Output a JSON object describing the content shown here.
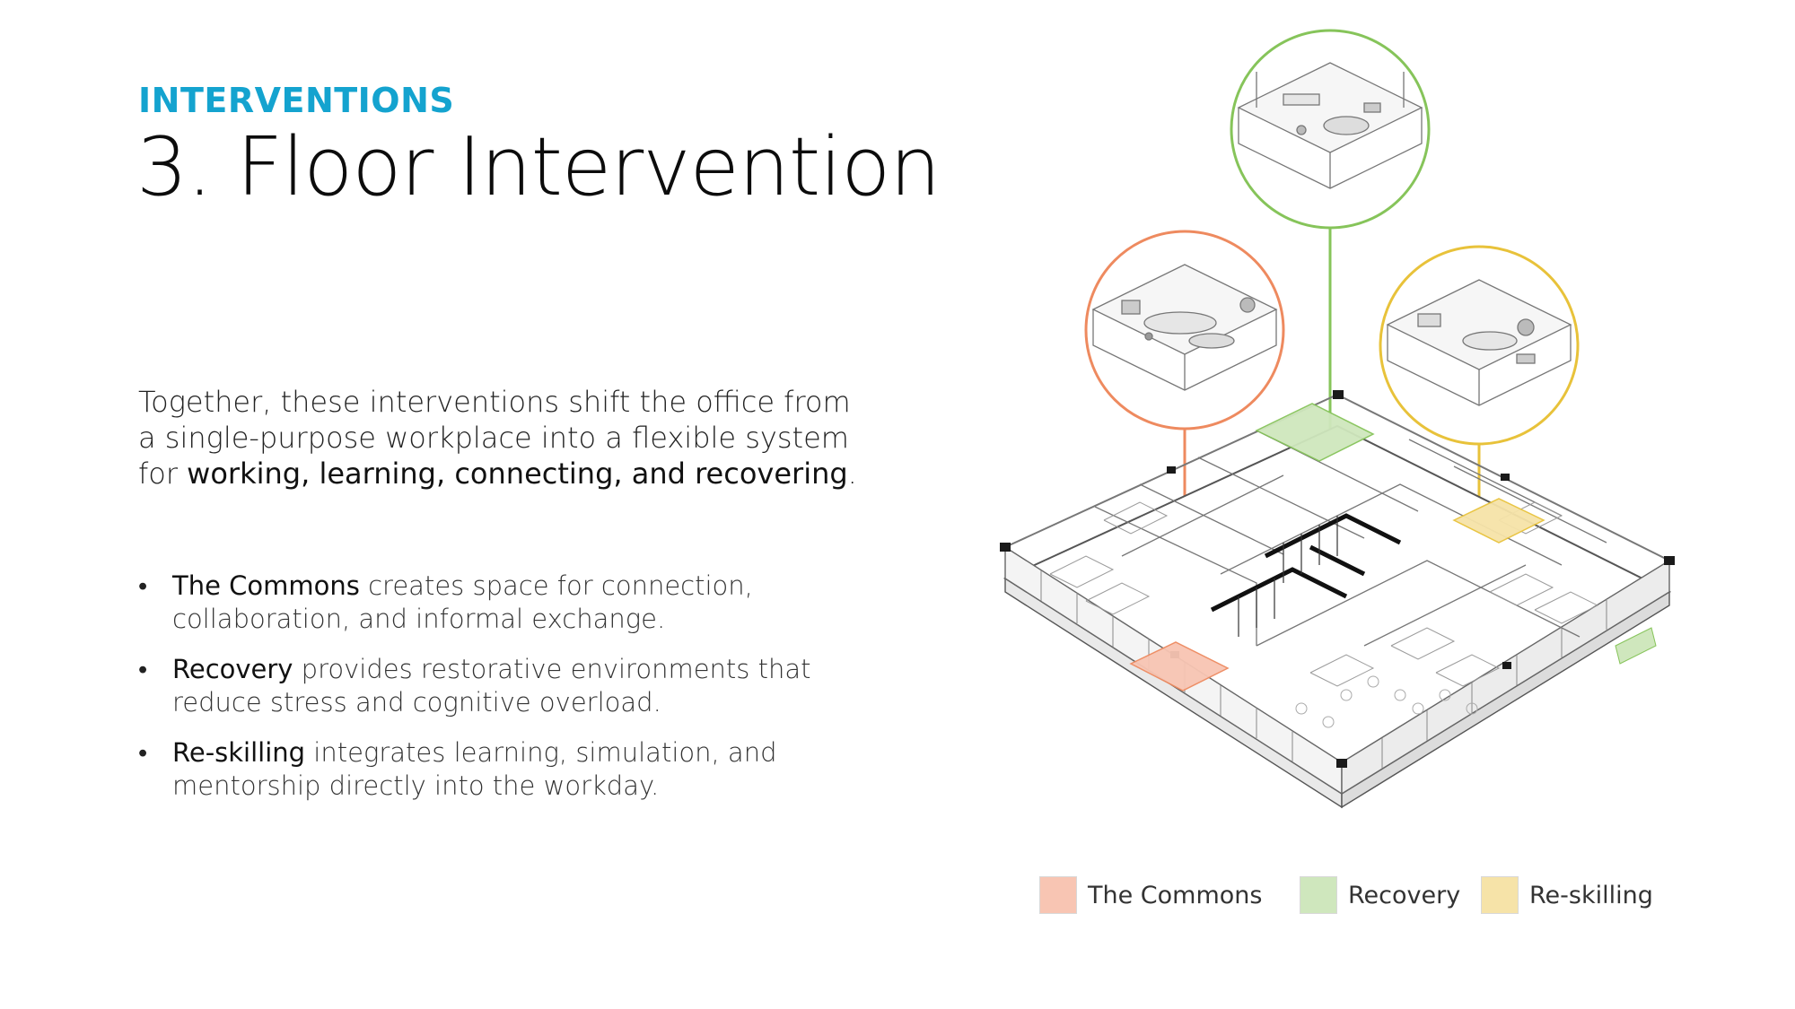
{
  "header": {
    "eyebrow": "INTERVENTIONS",
    "title": "3. Floor Intervention"
  },
  "intro": {
    "text": "Together, these interventions shift the office from a single-purpose workplace into a flexible system for",
    "emphasis": "working, learning, connecting, and recovering",
    "end": "."
  },
  "bullets": [
    {
      "term": "The Commons",
      "text": " creates space for connection, collaboration, and informal exchange."
    },
    {
      "term": "Recovery",
      "text": " provides restorative environments that reduce stress and cognitive overload."
    },
    {
      "term": "Re-skilling",
      "text": " integrates learning, simulation, and mentorship directly into the workday."
    }
  ],
  "legend": [
    {
      "label": "The Commons",
      "color": "#f8c5b3"
    },
    {
      "label": "Recovery",
      "color": "#cfe7bd"
    },
    {
      "label": "Re-skilling",
      "color": "#f6e3a8"
    }
  ],
  "colors": {
    "accent": "#14a3cf",
    "commons_ring": "#ee8a5f",
    "recovery_ring": "#86c45a",
    "reskilling_ring": "#e8c23a"
  }
}
